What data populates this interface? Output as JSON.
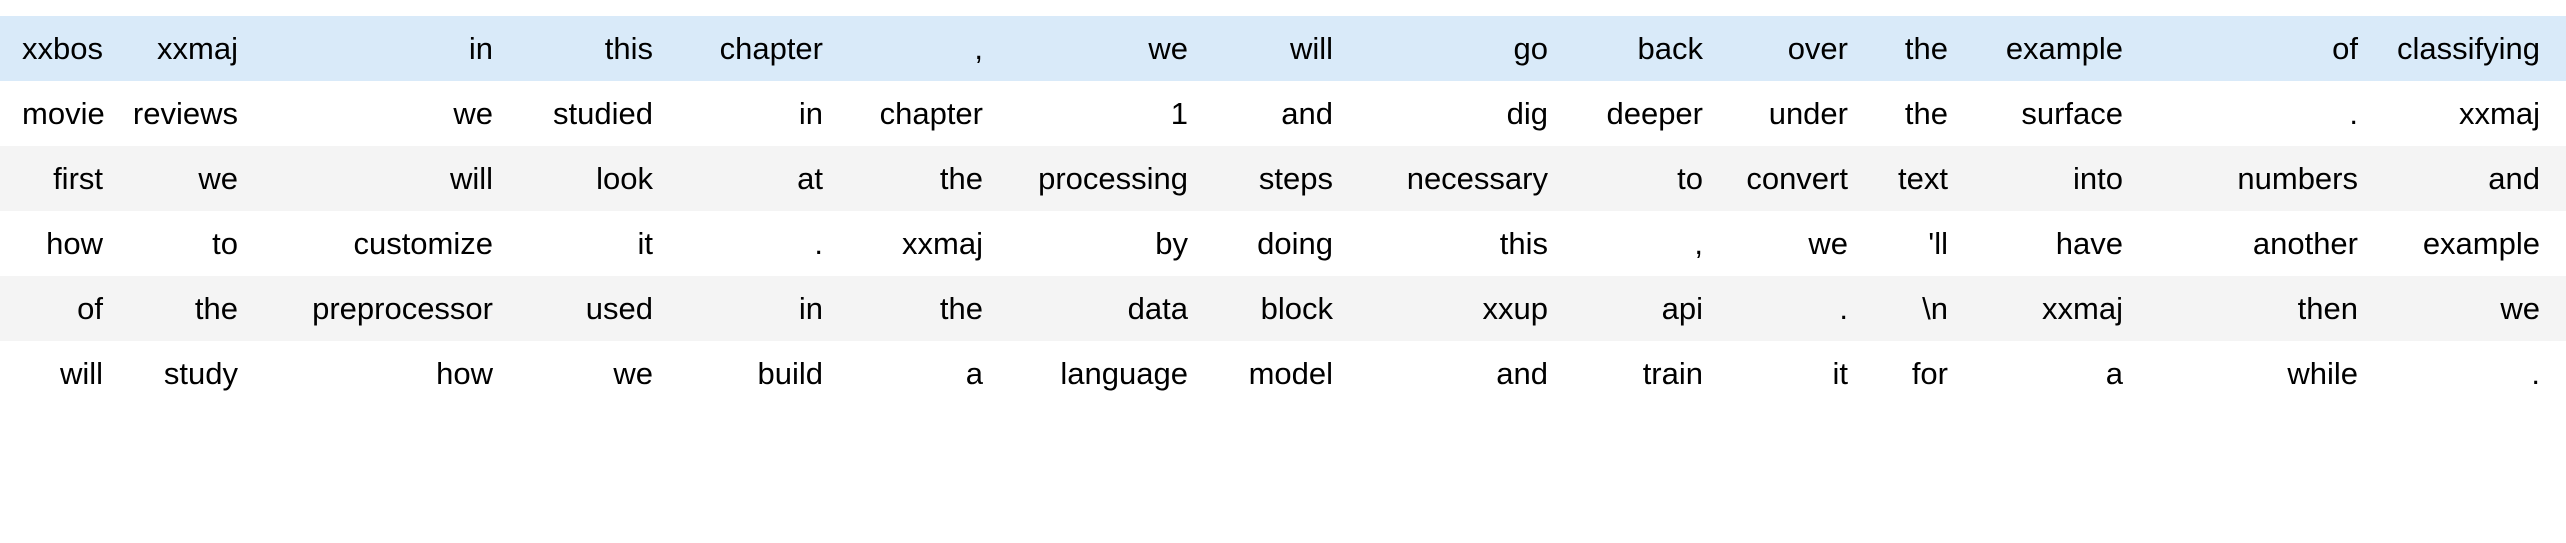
{
  "table": {
    "type": "table",
    "description": "tokenized-text-dataframe",
    "num_rows": 6,
    "num_cols": 16,
    "colors": {
      "highlight_row_bg": "#d9eaf9",
      "zebra_row_bg": "#f4f4f4",
      "plain_row_bg": "#ffffff",
      "text": "#000000"
    },
    "row_styles": [
      "row-highlight",
      "row-plain",
      "row-zebra",
      "row-plain",
      "row-zebra",
      "row-plain"
    ],
    "rows": [
      [
        "xxbos",
        "xxmaj",
        "in",
        "this",
        "chapter",
        ",",
        "we",
        "will",
        "go",
        "back",
        "over",
        "the",
        "example",
        "of",
        "classifying"
      ],
      [
        "movie",
        "reviews",
        "we",
        "studied",
        "in",
        "chapter",
        "1",
        "and",
        "dig",
        "deeper",
        "under",
        "the",
        "surface",
        ".",
        "xxmaj"
      ],
      [
        "first",
        "we",
        "will",
        "look",
        "at",
        "the",
        "processing",
        "steps",
        "necessary",
        "to",
        "convert",
        "text",
        "into",
        "numbers",
        "and"
      ],
      [
        "how",
        "to",
        "customize",
        "it",
        ".",
        "xxmaj",
        "by",
        "doing",
        "this",
        ",",
        "we",
        "'ll",
        "have",
        "another",
        "example"
      ],
      [
        "of",
        "the",
        "preprocessor",
        "used",
        "in",
        "the",
        "data",
        "block",
        "xxup",
        "api",
        ".",
        "\\n",
        "xxmaj",
        "then",
        "we"
      ],
      [
        "will",
        "study",
        "how",
        "we",
        "build",
        "a",
        "language",
        "model",
        "and",
        "train",
        "it",
        "for",
        "a",
        "while",
        "."
      ]
    ]
  }
}
